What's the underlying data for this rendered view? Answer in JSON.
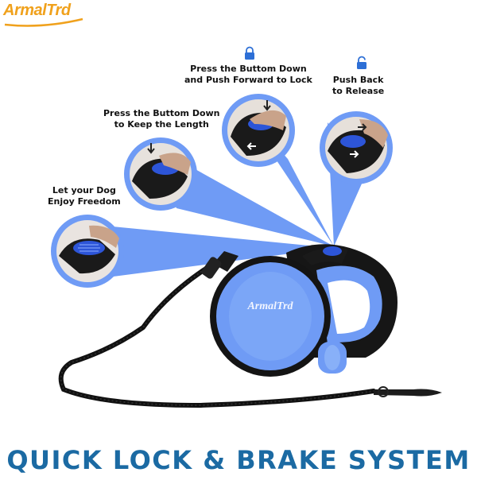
{
  "brand": {
    "logo_text": "ArmalTrd",
    "logo_color": "#f0a11c",
    "accent_color": "#6f9bf5",
    "title_color": "#1b6aa3"
  },
  "callouts": [
    {
      "lines": [
        "Let your Dog",
        "Enjoy Freedom"
      ]
    },
    {
      "lines": [
        "Press the Buttom Down",
        "to Keep the Length"
      ]
    },
    {
      "lines": [
        "Press the Buttom Down",
        "and Push Forward to Lock"
      ],
      "icon": "lock-icon"
    },
    {
      "lines": [
        "Push Back",
        "to Release"
      ],
      "icon": "unlock-icon"
    }
  ],
  "reel_brand": "ArmalTrd",
  "headline": "QUICK LOCK & BRAKE SYSTEM"
}
